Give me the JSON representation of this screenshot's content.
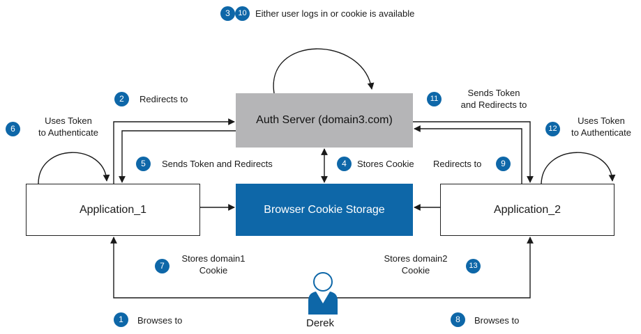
{
  "nodes": {
    "auth_server": "Auth Server (domain3.com)",
    "application_1": "Application_1",
    "application_2": "Application_2",
    "cookie_storage": "Browser Cookie Storage",
    "user": "Derek"
  },
  "steps": [
    {
      "num": "1",
      "text": "Browses to"
    },
    {
      "num": "2",
      "text": "Redirects to"
    },
    {
      "num": "3",
      "text": ""
    },
    {
      "num": "4",
      "text": "Stores Cookie"
    },
    {
      "num": "5",
      "text": "Sends Token and Redirects"
    },
    {
      "num": "6",
      "line1": "Uses Token",
      "line2": "to Authenticate"
    },
    {
      "num": "7",
      "line1": "Stores domain1",
      "line2": "Cookie"
    },
    {
      "num": "8",
      "text": "Browses to"
    },
    {
      "num": "9",
      "text": "Redirects to"
    },
    {
      "num": "10",
      "text": "Either user logs in or cookie is available"
    },
    {
      "num": "11",
      "line1": "Sends Token",
      "line2": "and Redirects to"
    },
    {
      "num": "12",
      "line1": "Uses Token",
      "line2": "to Authenticate"
    },
    {
      "num": "13",
      "line1": "Stores domain2",
      "line2": "Cookie"
    }
  ],
  "colors": {
    "accent": "#0e67a8",
    "auth_fill": "#b5b5b7",
    "line": "#1a1a1a"
  }
}
